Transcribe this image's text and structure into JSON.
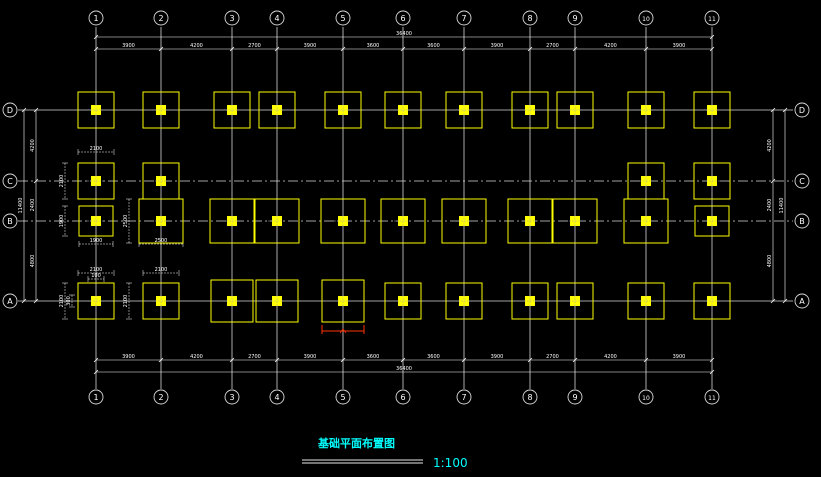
{
  "colors": {
    "background": "#000000",
    "axis_line": "#d8d8d8",
    "footing": "#ffff00",
    "column": "#ffff00",
    "dimension": "#ffffff",
    "title": "#00ffff",
    "highlight": "#ff3300"
  },
  "axes": {
    "x": [
      "1",
      "2",
      "3",
      "4",
      "5",
      "6",
      "7",
      "8",
      "9",
      "10",
      "11"
    ],
    "y": [
      "D",
      "C",
      "B",
      "A"
    ]
  },
  "dimensions": {
    "top_spacing": [
      "3900",
      "4200",
      "2700",
      "3900",
      "3600",
      "3600",
      "3900",
      "2700",
      "4200",
      "3900"
    ],
    "top_total": "36400",
    "bottom_spacing": [
      "3900",
      "4200",
      "2700",
      "3900",
      "3600",
      "3600",
      "3900",
      "2700",
      "4200",
      "3900"
    ],
    "bottom_total": "36400",
    "left_spacing": [
      "4200",
      "2400",
      "4800"
    ],
    "left_total": "11400",
    "right_spacing": [
      "4200",
      "2400",
      "4800"
    ],
    "right_total": "11400",
    "footing_a1_width": "2100",
    "footing_a1_height": "2100",
    "footing_c1_width": "2100",
    "footing_c1_height": "2100",
    "footing_b1_height": "1900",
    "footing_b1_width": "1900",
    "footing_b2_height": "2500",
    "footing_b2_width": "2500",
    "footing_a2_width": "2100",
    "footing_a2_height": "2100",
    "footing_a1_inner_a": "100",
    "footing_a1_inner_b": "300"
  },
  "title": "基础平面布置图",
  "scale": "1:100"
}
